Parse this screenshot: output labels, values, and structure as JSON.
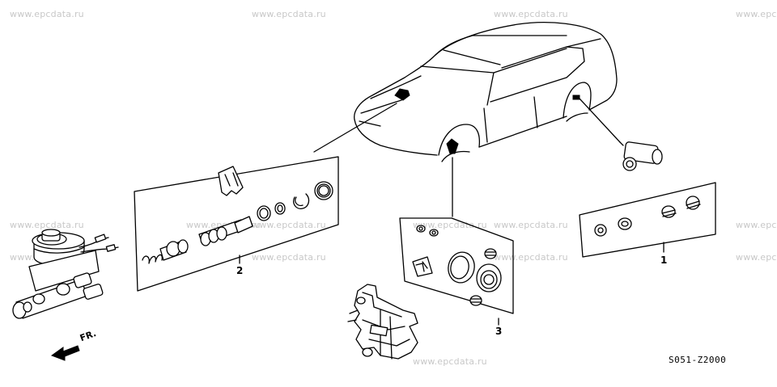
{
  "watermarks": {
    "text": "www.epcdata.ru",
    "text_cut": "www.epc"
  },
  "callouts": {
    "one": "1",
    "two": "2",
    "three": "3"
  },
  "direction_label": "FR.",
  "diagram_code": "S051-Z2000",
  "colors": {
    "line": "#000000",
    "watermark": "#c8c8c8",
    "background": "#ffffff"
  }
}
